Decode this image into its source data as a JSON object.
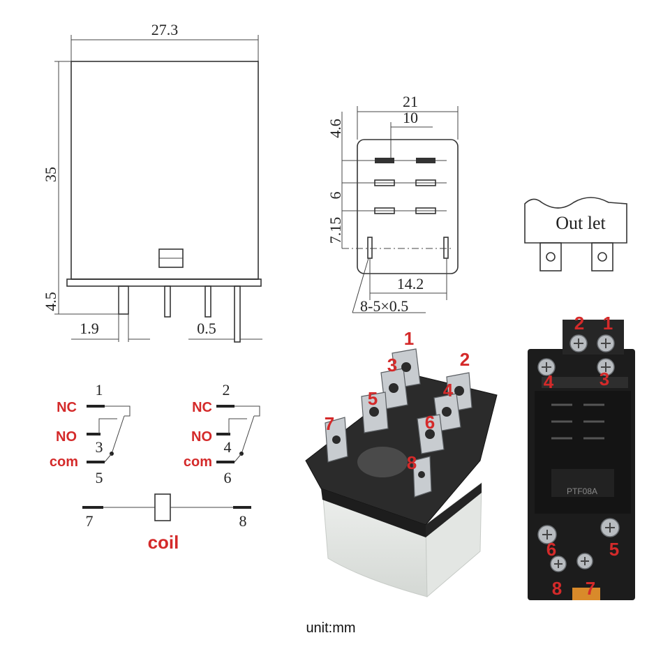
{
  "dimensions": {
    "front_width": "27.3",
    "front_height": "35",
    "pin_length": "4.5",
    "pin_offset": "1.9",
    "pin_thickness": "0.5",
    "bottom_width": "21",
    "bottom_inner": "10",
    "row_a": "4.6",
    "row_b": "6",
    "row_c": "7.15",
    "coil_spacing": "14.2",
    "pin_spec": "8-5×0.5"
  },
  "outlet": {
    "label": "Out let"
  },
  "schematic": {
    "left": {
      "top_pin": "1",
      "pin_b": "3",
      "pin_c": "5",
      "nc": "NC",
      "no": "NO",
      "com": "com"
    },
    "right": {
      "top_pin": "2",
      "pin_b": "4",
      "pin_c": "6",
      "nc": "NC",
      "no": "NO",
      "com": "com"
    },
    "coil": {
      "left_pin": "7",
      "right_pin": "8",
      "label": "coil"
    }
  },
  "relay_photo_pins": [
    "1",
    "2",
    "3",
    "4",
    "5",
    "6",
    "7",
    "8"
  ],
  "socket": {
    "model": "PTF08A",
    "top_pins": [
      "2",
      "1",
      "4",
      "3"
    ],
    "bottom_pins": [
      "6",
      "5",
      "8",
      "7"
    ]
  },
  "unit": "unit:mm",
  "colors": {
    "annotation_red": "#d42a2a",
    "relay_black": "#2a2a2a",
    "socket_black": "#1c1c1c"
  }
}
